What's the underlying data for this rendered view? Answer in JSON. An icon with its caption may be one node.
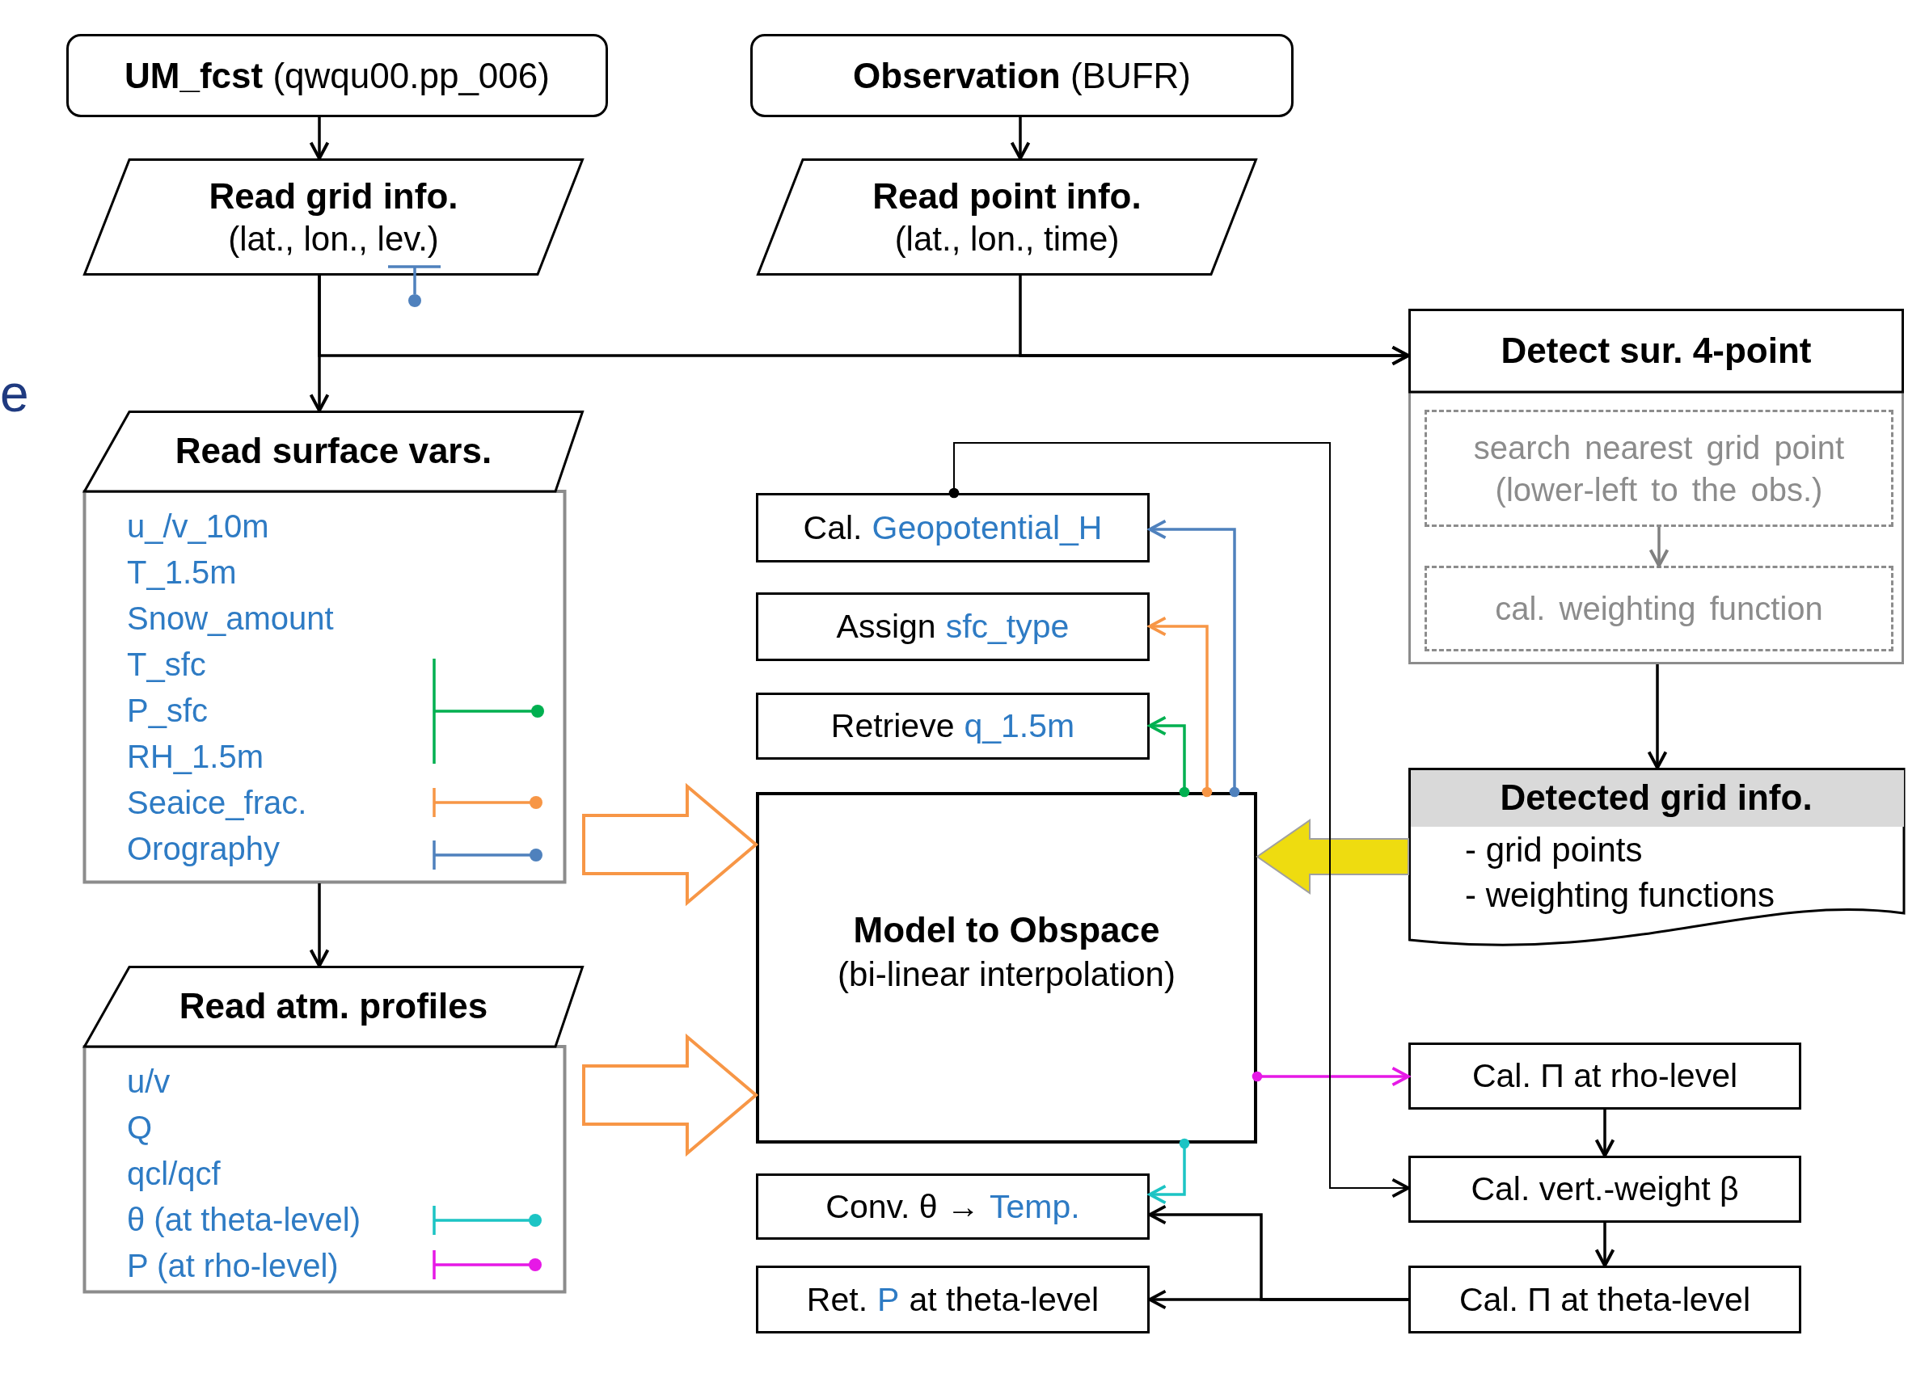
{
  "diagram": {
    "nodes": [
      {
        "text": [
          "**UM_fcst** (qwqu00.pp_006)"
        ]
      },
      {
        "text": [
          "**Observation** (BUFR)"
        ]
      },
      {
        "text": [
          "Read grid info.",
          "(lat., lon., lev.)"
        ]
      },
      {
        "text": [
          "Read point info.",
          "(lat., lon., time)"
        ]
      },
      {
        "text": [
          "Detect sur. 4-point"
        ]
      },
      {
        "text": [
          "search nearest grid point (lower-left to the obs.)"
        ],
        "in": 4
      },
      {
        "text": [
          "cal. weighting function"
        ],
        "in": 4
      },
      {
        "text": [
          "Read surface vars.",
          "u_/v_10m",
          "T_1.5m",
          "Snow_amount",
          "T_sfc",
          "P_sfc",
          "RH_1.5m",
          "Seaice_frac.",
          "Orography"
        ]
      },
      {
        "text": [
          "Cal.",
          "Geopotential_H"
        ]
      },
      {
        "text": [
          "Assign",
          "sfc_type"
        ]
      },
      {
        "text": [
          "Retrieve",
          "q_1.5m"
        ]
      },
      {
        "text": [
          "Detected grid info.",
          "- grid points",
          "- weighting functions"
        ]
      },
      {
        "text": [
          "Model to Obspace",
          "(bi-linear interpolation)"
        ]
      },
      {
        "text": [
          "Read atm. profiles",
          "u/v",
          "Q",
          "qcl/qcf",
          "θ (at theta-level)",
          "P (at rho-level)"
        ]
      },
      {
        "text": [
          "Cal. Π at rho-level"
        ]
      },
      {
        "text": [
          "Cal. vert.-weight β"
        ]
      },
      {
        "text": [
          "Conv. θ →",
          "Temp."
        ]
      },
      {
        "text": [
          "Ret.",
          "P",
          "at theta-level"
        ]
      },
      {
        "text": [
          "Cal. Π at theta-level"
        ]
      }
    ],
    "edges": [
      {
        "from": 0,
        "to": 2,
        "arrow": "to"
      },
      {
        "from": 1,
        "to": 3,
        "arrow": "to"
      },
      {
        "from": 2,
        "to": 7,
        "arrow": "to"
      },
      {
        "from": 2,
        "to": 4,
        "arrow": "to"
      },
      {
        "from": 3,
        "to": 4,
        "arrow": "to"
      },
      {
        "from": 4,
        "to": 11,
        "arrow": "to"
      },
      {
        "from": 5,
        "to": 6,
        "arrow": "to",
        "color": "#808080"
      },
      {
        "from": 7,
        "to": 13,
        "arrow": "to"
      },
      {
        "from": 7,
        "to": 12,
        "arrow": "to",
        "style": "thick",
        "color": "#f79646"
      },
      {
        "from": 13,
        "to": 12,
        "arrow": "to",
        "style": "thick",
        "color": "#f79646"
      },
      {
        "from": 11,
        "to": 12,
        "arrow": "to",
        "style": "thick",
        "color": "#eedc10"
      },
      {
        "from": 12,
        "to": 10,
        "arrow": "to",
        "color": "#00b050"
      },
      {
        "from": 12,
        "to": 9,
        "arrow": "to",
        "color": "#f79646"
      },
      {
        "from": 12,
        "to": 8,
        "arrow": "to",
        "color": "#4f81bd"
      },
      {
        "from": 12,
        "to": 16,
        "arrow": "to",
        "color": "#1cc4c4"
      },
      {
        "from": 12,
        "to": 14,
        "arrow": "to",
        "color": "#e619e6"
      },
      {
        "from": 8,
        "to": 15,
        "arrow": "to"
      },
      {
        "from": 14,
        "to": 15,
        "arrow": "to"
      },
      {
        "from": 15,
        "to": 18,
        "arrow": "to"
      },
      {
        "from": 18,
        "to": 17,
        "arrow": "to"
      },
      {
        "from": 18,
        "to": 16,
        "arrow": "to"
      }
    ],
    "labels": [
      "e"
    ]
  }
}
